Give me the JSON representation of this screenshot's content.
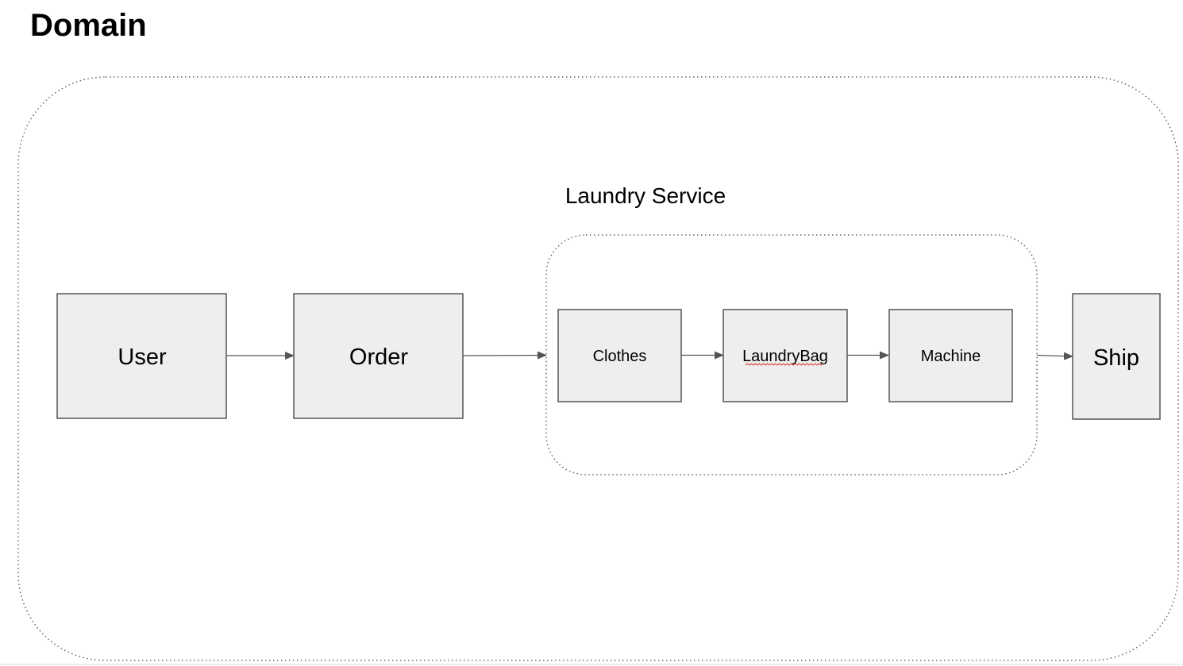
{
  "title": "Domain",
  "groups": [
    {
      "id": "domain",
      "label": ""
    },
    {
      "id": "laundry",
      "label": "Laundry Service"
    }
  ],
  "nodes": [
    {
      "id": "user",
      "label": "User"
    },
    {
      "id": "order",
      "label": "Order"
    },
    {
      "id": "clothes",
      "label": "Clothes"
    },
    {
      "id": "laundrybag",
      "label": "LaundryBag",
      "spellcheck_underline": true
    },
    {
      "id": "machine",
      "label": "Machine"
    },
    {
      "id": "ship",
      "label": "Ship"
    }
  ],
  "edges": [
    {
      "from": "user",
      "to": "order"
    },
    {
      "from": "order",
      "to": "laundry"
    },
    {
      "from": "clothes",
      "to": "laundrybag"
    },
    {
      "from": "laundrybag",
      "to": "machine"
    },
    {
      "from": "laundry",
      "to": "ship"
    }
  ],
  "colors": {
    "box_fill": "#eeeeee",
    "box_stroke": "#555555",
    "arrow": "#555555",
    "spellcheck": "#d93025"
  }
}
